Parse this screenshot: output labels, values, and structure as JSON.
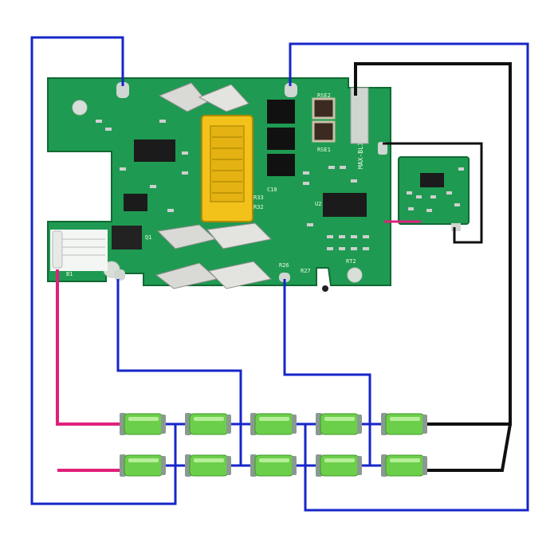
{
  "colors": {
    "background": "#ffffff",
    "pcb_green": "#1f9a52",
    "pcb_dark": "#137a3c",
    "wire_blue": "#1626c8",
    "wire_pink": "#e0207a",
    "wire_black": "#101010",
    "connector_yellow": "#f2c21a",
    "cell_green": "#6ccf4a",
    "cell_cap": "#8a9a90"
  },
  "board_labels": {
    "rse2": "RSE2",
    "rse1": "RSE1",
    "side_model": "MAX-BL1830-V10",
    "rt2": "RT2",
    "r27": "R27",
    "r26": "R26",
    "b1": "B1",
    "r33": "R33",
    "r32": "R32",
    "c10": "C10",
    "q1": "Q1",
    "u2": "U2"
  },
  "battery": {
    "rows": 2,
    "cells_per_row": 5
  }
}
